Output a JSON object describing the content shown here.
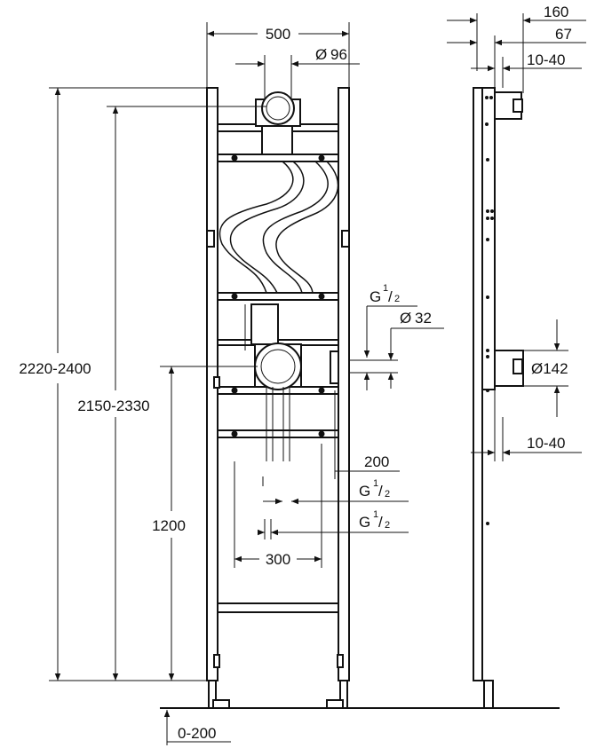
{
  "dimensions": {
    "width_top": "500",
    "diameter_top": "96",
    "height_total": "2220-2400",
    "height_inner": "2150-2330",
    "height_outlet": "1200",
    "thread_outlet": "G",
    "thread_fraction_num": "1",
    "thread_fraction_den": "2",
    "diameter_outlet": "32",
    "offset_right": "200",
    "thread_lower_a": "G",
    "thread_lower_b": "G",
    "spacing_bottom": "300",
    "foot_adjust": "0-200",
    "depth_total": "160",
    "depth_inner": "67",
    "wall_top": "10-40",
    "wall_bottom": "10-40",
    "diameter_box": "Ø142",
    "diameter_symbol": "Ø"
  }
}
